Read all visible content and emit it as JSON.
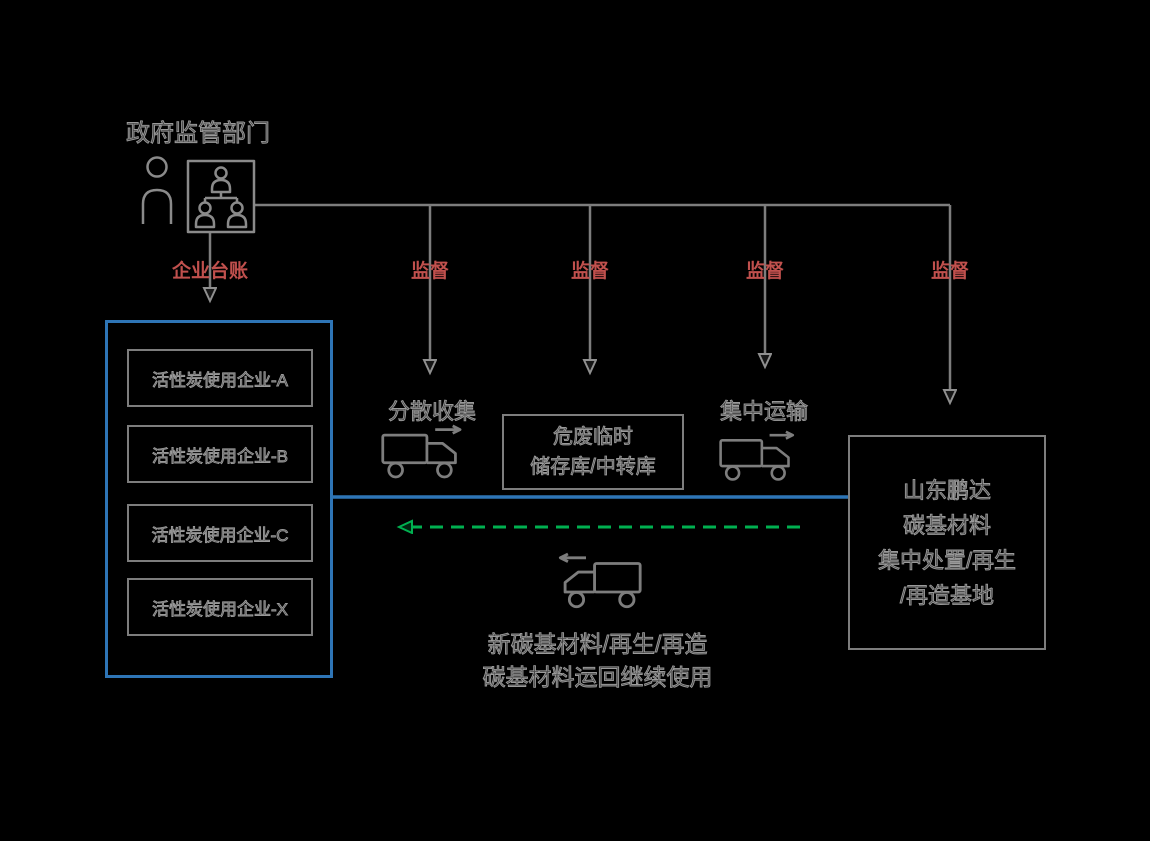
{
  "colors": {
    "supervision_red": "#c0504d",
    "ledger_blue": "#2e75b6",
    "return_green": "#00b050",
    "line_gray": "#7d7d7d"
  },
  "regulator": {
    "title": "政府监管部门"
  },
  "supervision": {
    "ledger_label": "企业台账",
    "supervise_labels": [
      "监督",
      "监督",
      "监督",
      "监督"
    ]
  },
  "enterprise_panel": {
    "items": [
      "活性炭使用企业-A",
      "活性炭使用企业-B",
      "活性炭使用企业-C",
      "活性炭使用企业-X"
    ]
  },
  "process": {
    "collection_label": "分散收集",
    "storage_box_lines": [
      "危废临时",
      "储存库/中转库"
    ],
    "transport_label": "集中运输",
    "base_box_lines": [
      "山东鹏达",
      "碳基材料",
      "集中处置/再生",
      "/再造基地"
    ],
    "return_lines": [
      "新碳基材料/再生/再造",
      "碳基材料运回继续使用"
    ]
  },
  "icons": {
    "regulator": "regulator-people-icon",
    "collection_truck": "truck-right-icon",
    "transport_truck": "truck-right-icon",
    "return_truck": "truck-left-icon"
  }
}
